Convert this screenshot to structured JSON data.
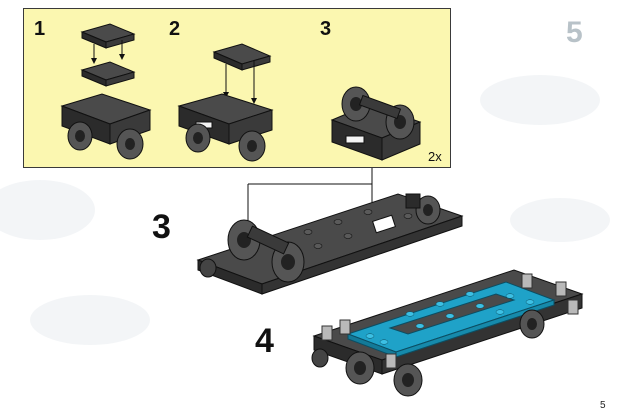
{
  "page": {
    "number": "5",
    "ghost_number": "5"
  },
  "subassembly": {
    "steps": [
      {
        "label": "1"
      },
      {
        "label": "2"
      },
      {
        "label": "3"
      }
    ],
    "multiplier": "2x"
  },
  "main_steps": [
    {
      "label": "3"
    },
    {
      "label": "4"
    }
  ],
  "colors": {
    "panel_fill": "#fbf7b0",
    "panel_border": "#3a3a3a",
    "brick_dark": "#2b2b2b",
    "brick_mid": "#4a4a4a",
    "brick_light": "#6e6e6e",
    "blue_plate": "#1fa2c8",
    "light_grey": "#b9b9b9"
  },
  "icons": [
    "arrow-down-icon",
    "wheel-icon",
    "plate-icon"
  ]
}
